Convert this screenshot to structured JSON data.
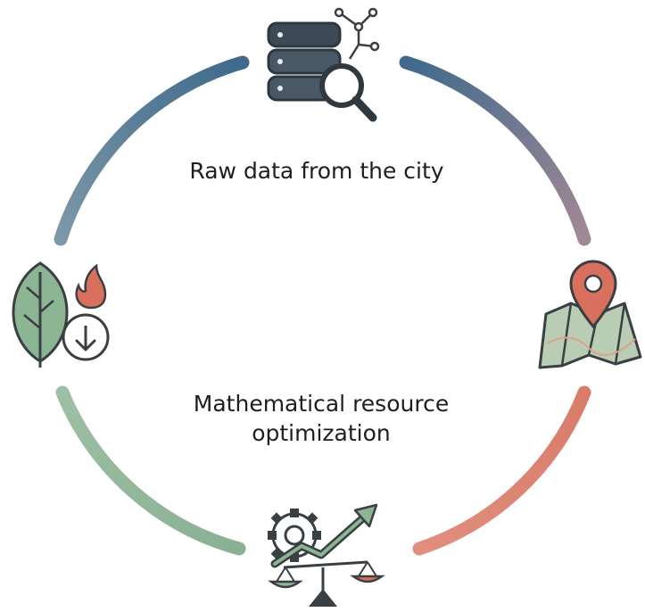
{
  "labels": {
    "top": "Raw data from the city",
    "middle_line1": "Mathematical resource",
    "middle_line2": "optimization"
  },
  "icons": {
    "top": "database-search-icon",
    "right": "map-pin-icon",
    "bottom": "gear-growth-balance-icon",
    "left": "leaf-fire-reduction-icon"
  },
  "colors": {
    "arc_blue": "#3f6a8c",
    "arc_mauve": "#a07888",
    "arc_red": "#d98272",
    "arc_green": "#8fb49a",
    "icon_stroke": "#3a3f44",
    "icon_red": "#d9705d",
    "icon_green": "#8cb594"
  }
}
